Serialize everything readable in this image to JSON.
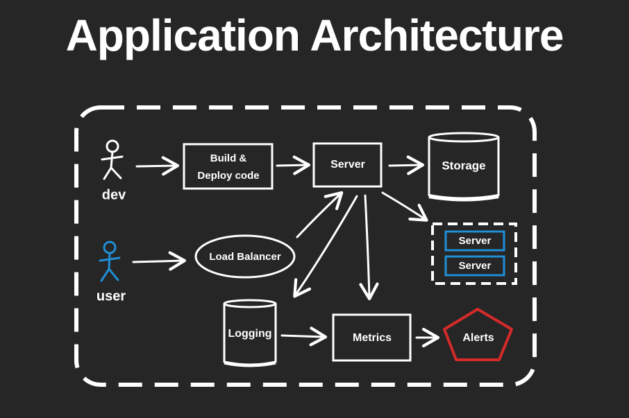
{
  "title": "Application Architecture",
  "actors": {
    "dev": "dev",
    "user": "user"
  },
  "nodes": {
    "build_line1": "Build &",
    "build_line2": "Deploy code",
    "server": "Server",
    "storage": "Storage",
    "load_balancer": "Load Balancer",
    "logging": "Logging",
    "metrics": "Metrics",
    "alerts": "Alerts",
    "server_pool": [
      "Server",
      "Server"
    ]
  },
  "colors": {
    "background": "#262626",
    "stroke": "#ffffff",
    "user_accent": "#1f8fd6",
    "server_pool_border": "#1f8fd6",
    "alerts_border": "#d42a2a"
  }
}
